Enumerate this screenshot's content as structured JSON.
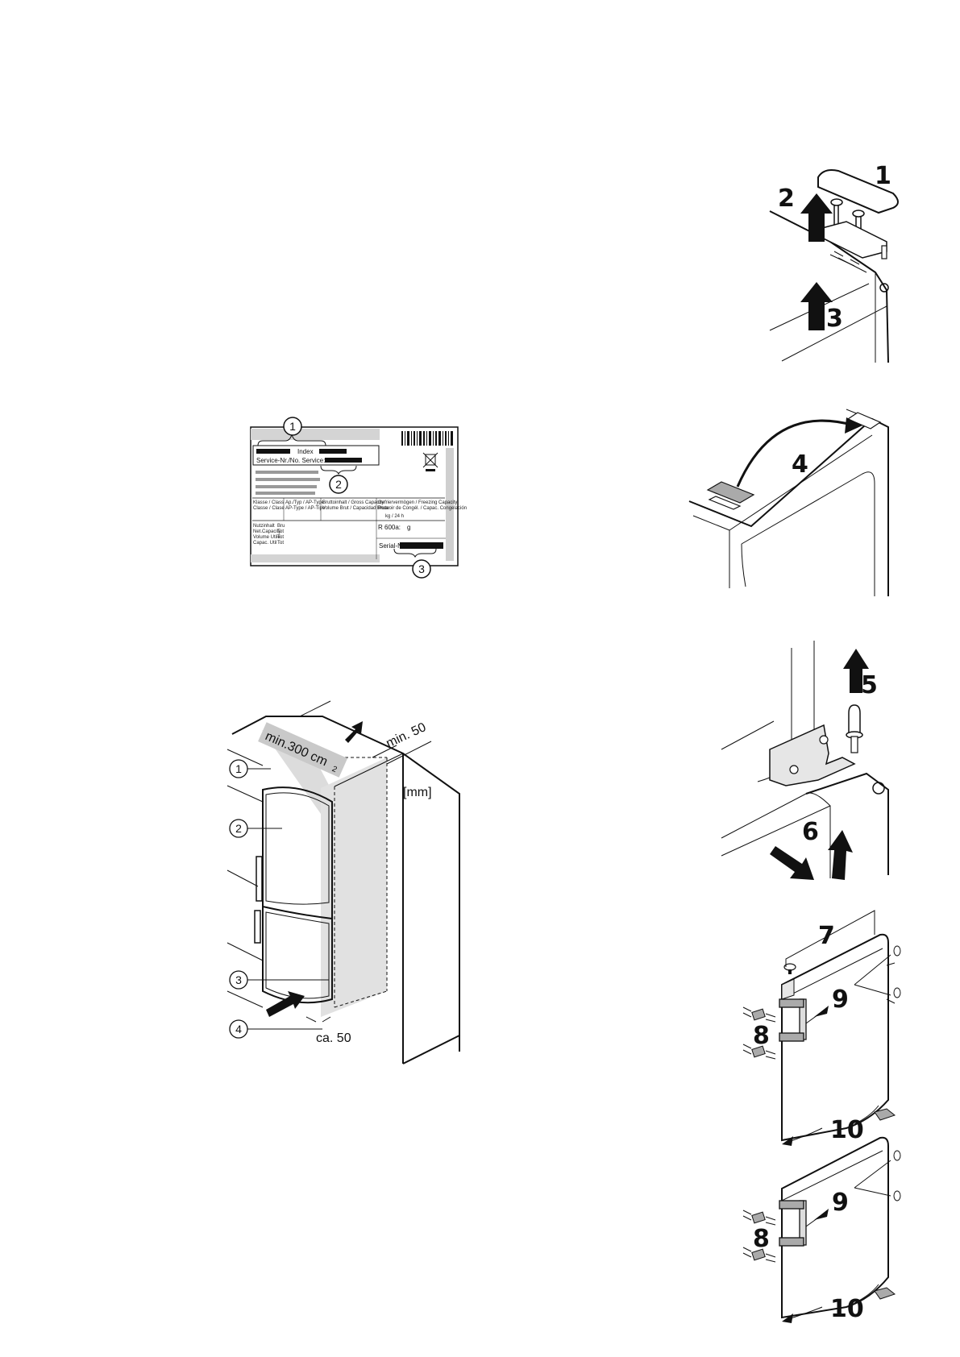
{
  "steps": {
    "s1": "1",
    "s2": "2",
    "s3": "3",
    "s4": "4",
    "s5": "5",
    "s6": "6",
    "s7": "7",
    "s8": "8",
    "s8b": "8",
    "s9": "9",
    "s9b": "9",
    "s10": "10",
    "s10b": "10"
  },
  "rating_plate": {
    "callouts": [
      "1",
      "2",
      "3"
    ],
    "index_label": "Index",
    "service_label": "Service-Nr./No. Service:",
    "class_label": "Klasse / Class\nClasse / Clase",
    "type_label": "Ap./Typ / AP-Type\nAP-Type / AP-Tipo",
    "gross_label": "Bruttoinhalt / Gross Capacity\nVolume Brut / Capacidad Bruta",
    "freezing_label": "Gefriervermögen / Freezing Capacity\nPouvoir de Congél. / Capac. Congelación",
    "kg_label": "kg / 24 h",
    "net_label": "Nutzinhalt\nNet.Capacity\nVolume Utile\nCapac. Util",
    "gross_short": "Bru\nTot\nTot\nTot",
    "r600a": "R 600a:",
    "g_unit": "g",
    "serial_label": "Serial-Nr."
  },
  "installation": {
    "callouts": [
      "1",
      "2",
      "3",
      "4"
    ],
    "vent_label": "min.300 cm",
    "vent_sup": "2",
    "top_gap": "min. 50",
    "unit": "[mm]",
    "bottom_gap": "ca. 50"
  }
}
